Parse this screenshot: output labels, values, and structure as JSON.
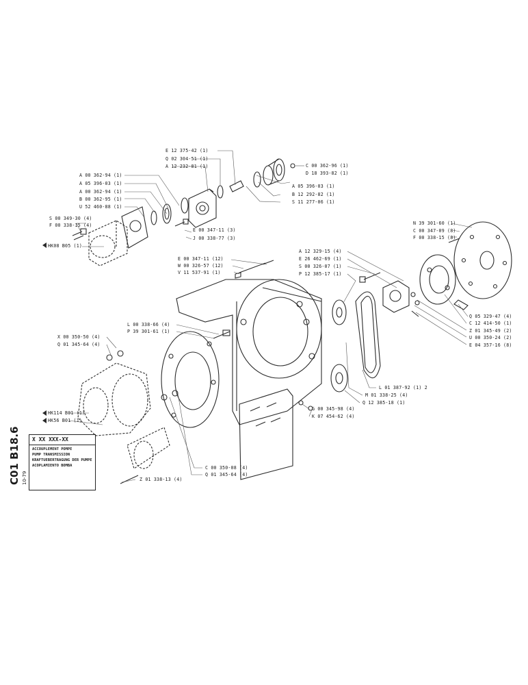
{
  "sheet": {
    "code": "C01 B18.6",
    "date": "10-79",
    "box_code": "X XX XXX-XX",
    "titles": [
      "ACCOUPLEMENT POMPE",
      "PUMP TRANSMISSION",
      "KRAFTUEBERTRAGUNG DER PUMPE",
      "ACOPLAMIENTO BOMBA"
    ]
  },
  "labels": [
    "E 12 375-42 (1)",
    "Q 02 304-51 (1)",
    "A 12 232-81 (1)",
    "A 00 362-94 (1)",
    "A 05 396-03 (1)",
    "A 00 362-94 (1)",
    "B 00 362-95 (1)",
    "U 52 460-88 (1)",
    "C 00 362-96 (1)",
    "D 18 393-82 (1)",
    "A 05 396-03 (1)",
    "B 12 292-82 (1)",
    "S 11 277-06 (1)",
    "S 00 349-30 (4)",
    "F 00 338-15 (4)",
    "HK08 B05 (1)",
    "E 00 347-11 (3)",
    "J 00 338-77 (3)",
    "N 39 301-60 (1)",
    "C 00 347-09 (8)",
    "F 00 338-15 (8)",
    "E 00 347-11 (12)",
    "W 00 326-57 (12)",
    "V 11 537-91 (1)",
    "A 12 329-15 (4)",
    "E 26 462-69 (1)",
    "S 00 326-07 (1)",
    "P 12 385-17 (1)",
    "Q 05 329-47 (4)",
    "C 12 414-50 (1)",
    "Z 01 345-49 (2)",
    "U 00 350-24 (2)",
    "E 04 357-16 (8)",
    "L 00 338-66 (4)",
    "P 39 301-61 (1)",
    "X 00 350-50 (4)",
    "Q 01 345-64 (4)",
    "L 01 387-92 (1) 2",
    "M 01 338-25 (4)",
    "Q 12 385-18 (1)",
    "G 00 345-98 (4)",
    "K 07 454-62 (4)",
    "HK114 B01 (1)",
    "HK56 B01 (1)",
    "C 00 350-08 (4)",
    "Q 01 345-64 (4)",
    "Z 01 338-13 (4)"
  ]
}
